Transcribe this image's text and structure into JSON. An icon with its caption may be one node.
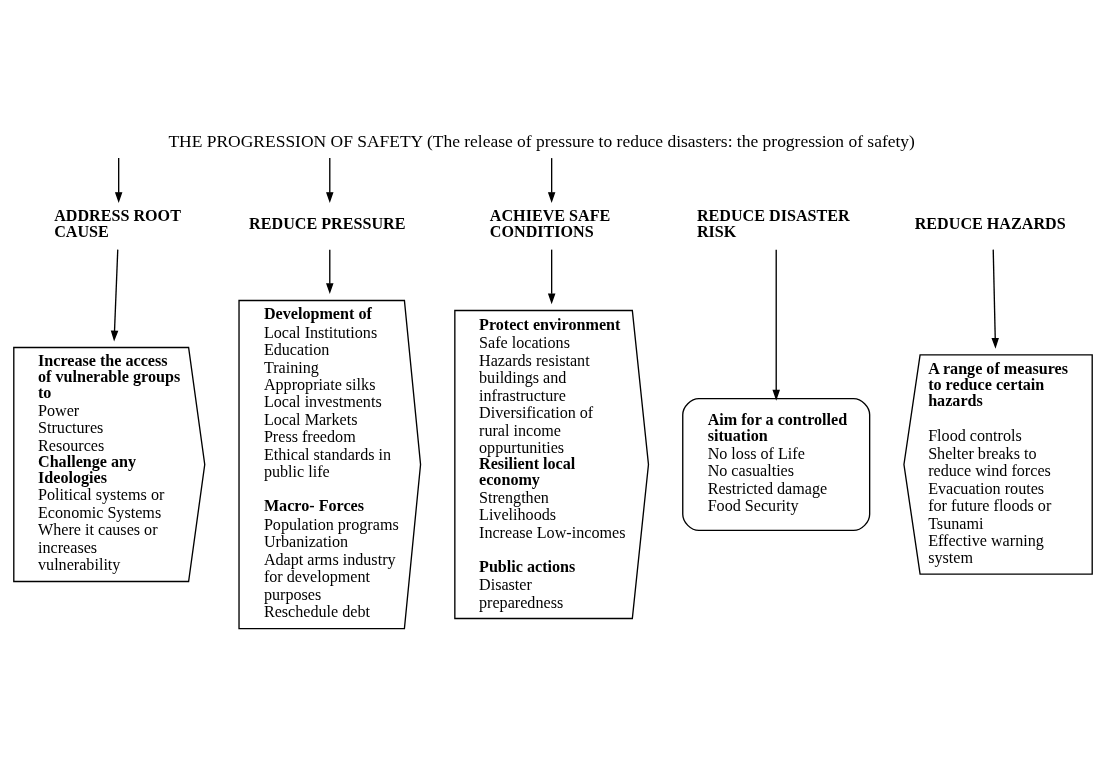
{
  "diagram": {
    "title": "THE PROGRESSION OF SAFETY (The release of pressure to reduce disasters: the progression of safety)",
    "nodes": [
      {
        "text": [
          "ADDRESS ROOT CAUSE"
        ]
      },
      {
        "text": [
          "REDUCE PRESSURE"
        ]
      },
      {
        "text": [
          "ACHIEVE SAFE CONDITIONS"
        ]
      },
      {
        "text": [
          "REDUCE DISASTER RISK"
        ]
      },
      {
        "text": [
          "REDUCE HAZARDS"
        ]
      },
      {
        "text": [
          "Increase the access of vulnerable groups to",
          "Power",
          "Structures",
          "Resources",
          "Challenge any Ideologies",
          "Political systems or Economic Systems",
          "Where it causes or increases vulnerability"
        ]
      },
      {
        "text": [
          "Development of",
          "Local Institutions",
          "Education",
          "Training",
          "Appropriate silks",
          "Local investments",
          "Local Markets",
          "Press freedom",
          "Ethical standards in public life",
          "Macro- Forces",
          "Population programs",
          "Urbanization",
          "Adapt arms industry for development purposes",
          "Reschedule debt"
        ]
      },
      {
        "text": [
          "Protect environment",
          "Safe locations",
          "Hazards resistant buildings and infrastructure",
          "Diversification of rural income oppurtunities",
          "Resilient local economy",
          "Strengthen Livelihoods",
          "Increase Low-incomes",
          "Public actions",
          "Disaster preparedness"
        ]
      },
      {
        "text": [
          "Aim for a controlled situation",
          "No loss of Life",
          "No casualties",
          "Restricted damage",
          "Food Security"
        ]
      },
      {
        "text": [
          "A range of measures to reduce certain hazards",
          "Flood controls",
          "Shelter breaks to reduce wind forces",
          "Evacuation routes for future floods or Tsunami",
          "Effective warning system"
        ]
      }
    ],
    "edges": [
      {
        "from": null,
        "to": 0,
        "arrow": "to"
      },
      {
        "from": null,
        "to": 1,
        "arrow": "to"
      },
      {
        "from": null,
        "to": 2,
        "arrow": "to"
      },
      {
        "from": 0,
        "to": 5,
        "arrow": "to"
      },
      {
        "from": 1,
        "to": 6,
        "arrow": "to"
      },
      {
        "from": 2,
        "to": 7,
        "arrow": "to"
      },
      {
        "from": 3,
        "to": 8,
        "arrow": "to"
      },
      {
        "from": 4,
        "to": 9,
        "arrow": "to"
      }
    ]
  }
}
